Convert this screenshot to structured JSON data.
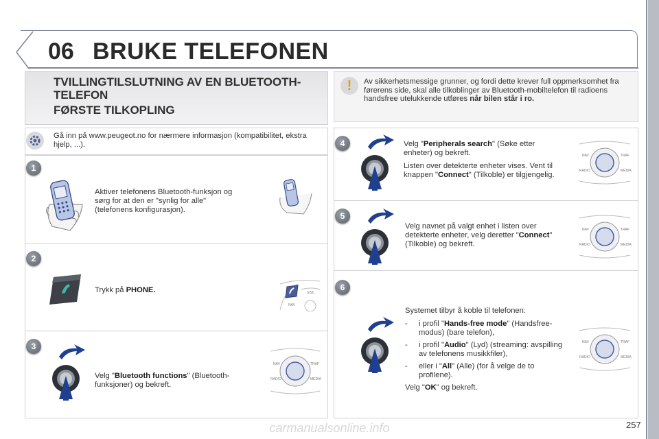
{
  "header": {
    "chapter_number": "06",
    "chapter_title": "BRUKE TELEFONEN"
  },
  "section": {
    "title_line1": "TVILLINGTILSLUTNING AV EN BLUETOOTH-TELEFON",
    "title_line2": "FØRSTE TILKOPLING"
  },
  "warning": {
    "icon": "exclamation-icon",
    "text": "Av sikkerhetsmessige grunner, og fordi dette krever full oppmerksomhet fra førerens side, skal alle tilkoblinger av Bluetooth-mobiltelefon til radioens handsfree utelukkende utføres ",
    "bold": "når bilen står i ro."
  },
  "info": {
    "icon": "gear-icon",
    "text": "Gå inn på www.peugeot.no for nærmere informasjon (kompatibilitet, ekstra hjelp, ...)."
  },
  "steps": [
    {
      "number": "1",
      "text": "Aktiver telefonens Bluetooth-funksjon og sørg for at den er \"synlig for alle\" (telefonens konfigurasjon)."
    },
    {
      "number": "2",
      "pre": "Trykk på ",
      "bold": "PHONE."
    },
    {
      "number": "3",
      "pre": "Velg \"",
      "bold": "Bluetooth functions",
      "post": "\" (Bluetooth-funksjoner) og bekreft."
    },
    {
      "number": "4",
      "p1_pre": "Velg \"",
      "p1_bold": "Peripherals search",
      "p1_post": "\" (Søke etter enheter) og bekreft.",
      "p2_pre": "Listen over detekterte enheter vises. Vent til knappen \"",
      "p2_bold": "Connect",
      "p2_post": "\" (Tilkoble) er tilgjengelig."
    },
    {
      "number": "5",
      "pre": "Velg navnet på valgt enhet i listen over detekterte enheter, velg deretter \"",
      "bold": "Connect",
      "post": "\" (Tilkoble) og bekreft."
    },
    {
      "number": "6",
      "intro": "Systemet tilbyr å koble til telefonen:",
      "items": [
        {
          "dash": "-",
          "pre": "i profil \"",
          "bold": "Hands-free mode",
          "post": "\" (Handsfree-modus) (bare telefon),"
        },
        {
          "dash": "-",
          "pre": "i profil \"",
          "bold": "Audio",
          "post": "\" (Lyd) (streaming: avspilling av telefonens musikkfiler),"
        },
        {
          "dash": "-",
          "pre": "eller i \"",
          "bold": "All",
          "post": "\" (Alle) (for å velge de to profilene)."
        }
      ],
      "outro_pre": "Velg \"",
      "outro_bold": "OK",
      "outro_post": "\" og bekreft."
    }
  ],
  "panel_labels": {
    "nav": "NAV",
    "traf": "TRAF",
    "radio": "RADIO",
    "media": "MEDIA",
    "esc": "ESC"
  },
  "page_number": "257",
  "watermark": "carmanualsonline.info",
  "colors": {
    "frame": "#7d8596",
    "badge": "#6c7179",
    "dial_blue": "#1f3f8f"
  }
}
